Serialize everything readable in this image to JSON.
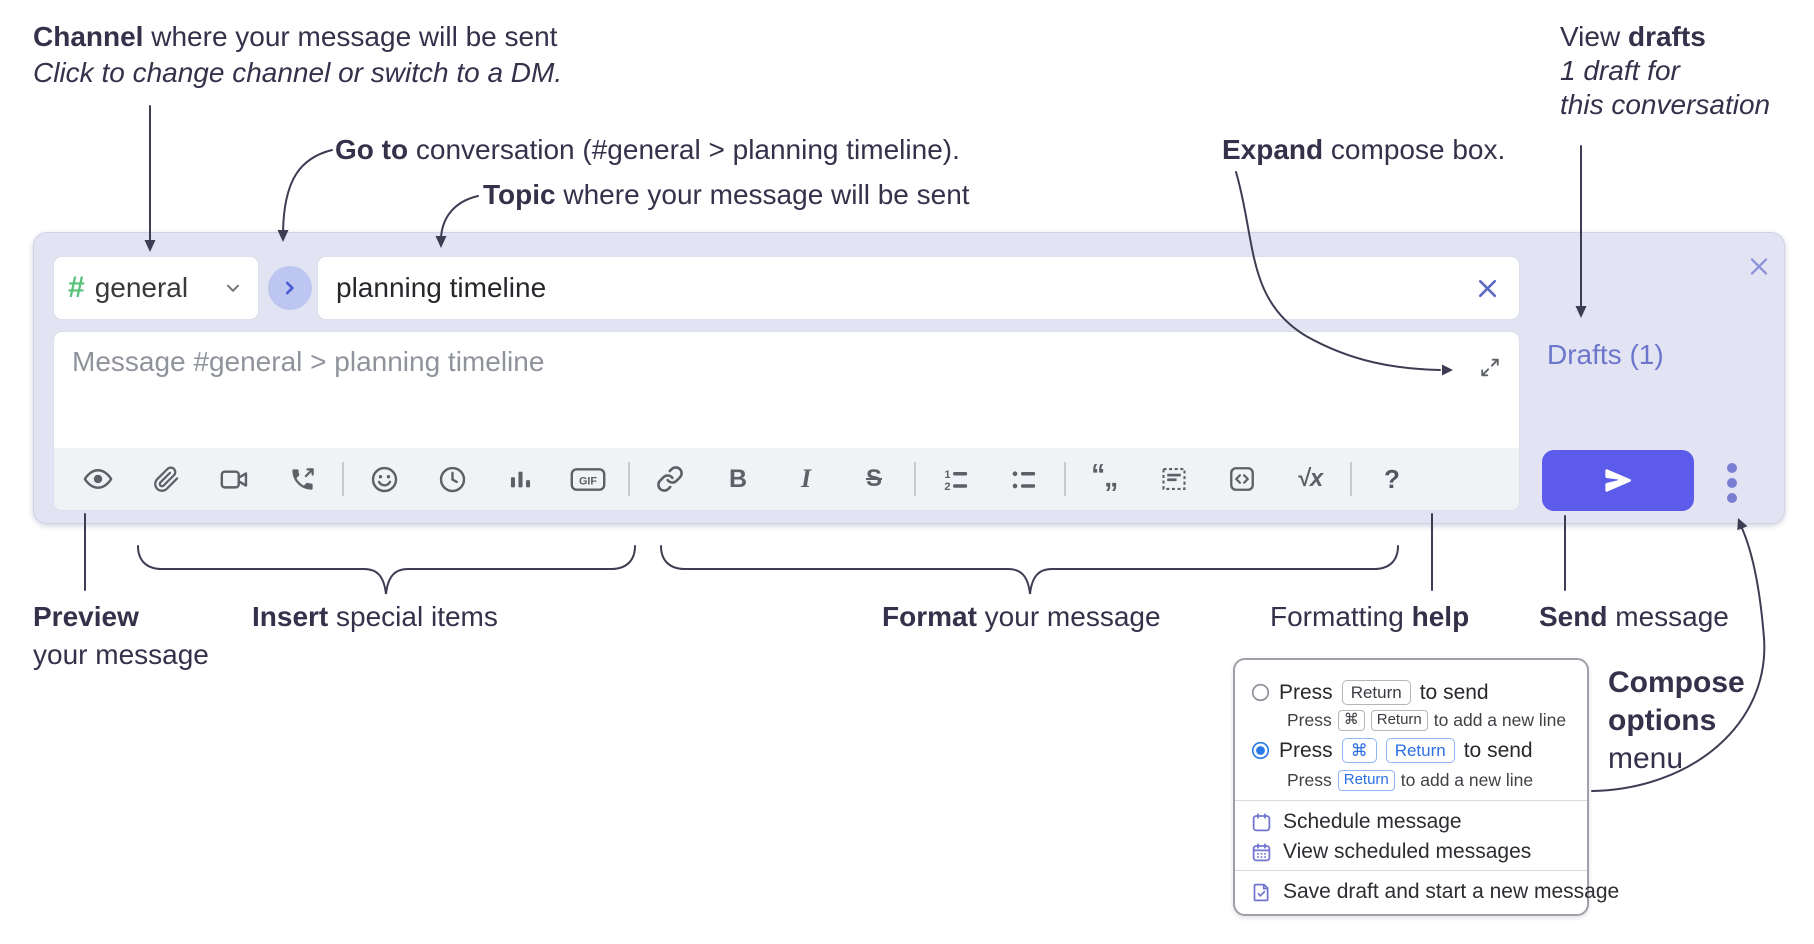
{
  "annotations": {
    "channel_line1_bold": "Channel",
    "channel_line1_rest": " where your message will be sent",
    "channel_line2": "Click to change channel or switch to a DM.",
    "goto_bold": "Go to",
    "goto_rest": " conversation (#general > planning timeline).",
    "topic_bold": "Topic",
    "topic_rest": " where your message will be sent",
    "expand_bold": "Expand",
    "expand_rest": " compose box.",
    "drafts_line1_pre": "View ",
    "drafts_line1_bold": "drafts",
    "drafts_line2": "1 draft for",
    "drafts_line3": "this conversation",
    "preview_bold": "Preview",
    "preview_line2": "your message",
    "insert_bold": "Insert",
    "insert_rest": " special items",
    "format_bold": "Format",
    "format_rest": " your message",
    "formatting_pre": "Formatting ",
    "formatting_bold": "help",
    "send_bold": "Send",
    "send_rest": " message",
    "compose_options_line1": "Compose",
    "compose_options_line2": "options",
    "compose_options_line3": "menu"
  },
  "compose": {
    "channel_hash": "#",
    "channel_name": "general",
    "topic_value": "planning timeline",
    "message_placeholder": "Message #general > planning timeline",
    "drafts_label": "Drafts (1)",
    "toolbar_icon_names": [
      "eye-icon",
      "paperclip-icon",
      "video-camera-icon",
      "voice-call-icon",
      "emoji-icon",
      "clock-icon",
      "poll-icon",
      "gif-icon",
      "link-icon",
      "bold-icon",
      "italic-icon",
      "strikethrough-icon",
      "numbered-list-icon",
      "bulleted-list-icon",
      "quote-icon",
      "spoiler-icon",
      "code-icon",
      "math-icon",
      "help-icon"
    ],
    "glyphs": {
      "bold": "B",
      "italic": "I",
      "strike": "S",
      "gif": "GIF",
      "math": "√x",
      "help": "?",
      "quote_open": "“",
      "quote_close": "„",
      "ol1": "1",
      "ol2": "2"
    }
  },
  "menu": {
    "opt1_main_pre": "Press",
    "opt1_main_kbd": "Return",
    "opt1_main_post": "to send",
    "opt1_sub_pre": "Press",
    "opt1_sub_kbd1": "⌘",
    "opt1_sub_kbd2": "Return",
    "opt1_sub_post": "to add a new line",
    "opt2_main_pre": "Press",
    "opt2_main_kbd1": "⌘",
    "opt2_main_kbd2": "Return",
    "opt2_main_post": "to send",
    "opt2_sub_pre": "Press",
    "opt2_sub_kbd": "Return",
    "opt2_sub_post": "to add a new line",
    "item_schedule": "Schedule message",
    "item_view_scheduled": "View scheduled messages",
    "item_save_draft": "Save draft and start a new message"
  },
  "colors": {
    "compose_bg": "#e2e4f3",
    "send_button": "#5d5bea",
    "drafts_link": "#6d76cc",
    "hash_green": "#57c279",
    "go_arrow_blue": "#4a5fd6",
    "kbd_blue": "#2b6fe3",
    "radio_selected": "#2979e8",
    "menu_icon_purple": "#7175d0",
    "annotation_text": "#33324a",
    "toolbar_icon": "#5d6066"
  }
}
